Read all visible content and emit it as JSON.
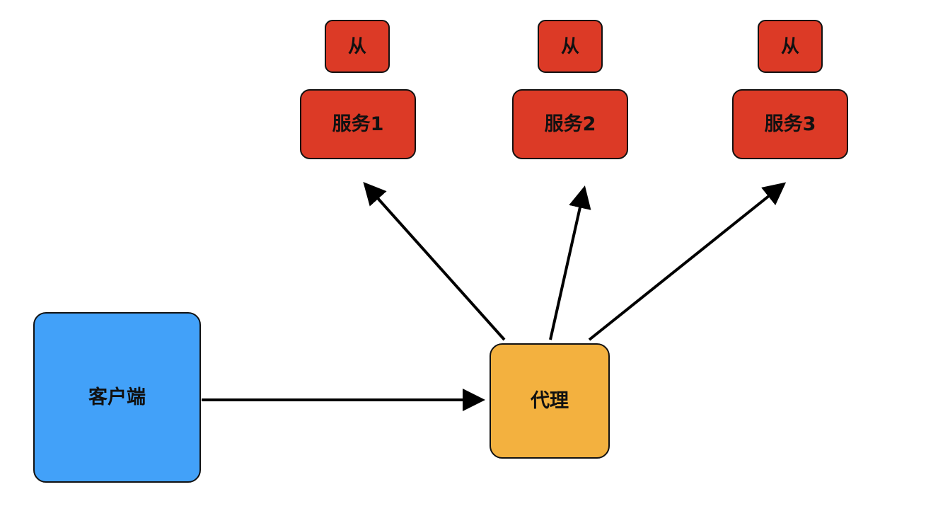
{
  "colors": {
    "client": "#42a1f9",
    "proxy": "#f3b13f",
    "service": "#dc3a26",
    "slave": "#dc3a26",
    "edge": "#000000"
  },
  "nodes": {
    "client": {
      "label": "客户端"
    },
    "proxy": {
      "label": "代理"
    },
    "services": [
      {
        "label": "服务1",
        "slave_label": "从"
      },
      {
        "label": "服务2",
        "slave_label": "从"
      },
      {
        "label": "服务3",
        "slave_label": "从"
      }
    ]
  },
  "edges": [
    {
      "from": "client",
      "to": "proxy"
    },
    {
      "from": "proxy",
      "to": "service-1"
    },
    {
      "from": "proxy",
      "to": "service-2"
    },
    {
      "from": "proxy",
      "to": "service-3"
    }
  ]
}
